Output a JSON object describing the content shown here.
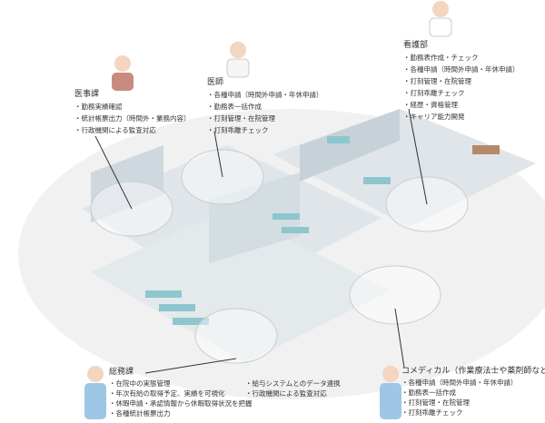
{
  "departments": {
    "medical_affairs": {
      "title": "医事課",
      "items": [
        "勤務実績確認",
        "統計帳票出力（時間外・業務内容）",
        "行政機関による監査対応"
      ]
    },
    "doctors": {
      "title": "医師",
      "items": [
        "各種申請（時間外申請・年休申請）",
        "勤務表一括作成",
        "打刻管理・在院管理",
        "打刻乖離チェック"
      ]
    },
    "nursing": {
      "title": "看護部",
      "items": [
        "勤務表作成・チェック",
        "各種申請（時間外申請・年休申請）",
        "打刻管理・在院管理",
        "打刻乖離チェック",
        "経歴・資格管理",
        "キャリア能力開発"
      ]
    },
    "general_affairs": {
      "title": "総務課",
      "items": [
        "在院中の実態管理",
        "年次有給の取得予定、実績を可視化",
        "休暇申請・承認情報から休暇取得状況を把握",
        "各種統計帳票出力"
      ],
      "items_right": [
        "給与システムとのデータ連携",
        "行政機関による監査対応"
      ]
    },
    "comedical": {
      "title": "コメディカル（作業療法士や薬剤師など）",
      "items": [
        "各種申請（時間外申請・年休申請）",
        "勤務表一括作成",
        "打刻管理・在院管理",
        "打刻乖離チェック"
      ]
    }
  },
  "colors": {
    "floor": "#e9edf0",
    "wall": "#cfd8de",
    "accent": "#8ec6cf",
    "ellipse": "#f0f0f0"
  }
}
